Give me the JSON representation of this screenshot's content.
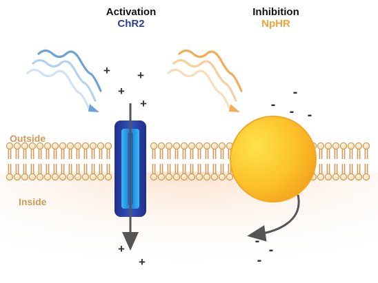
{
  "activation": {
    "title": "Activation",
    "protein": "ChR2"
  },
  "inhibition": {
    "title": "Inhibition",
    "protein": "NpHR"
  },
  "labels": {
    "outside": "Outside",
    "inside": "Inside"
  },
  "ions": {
    "positive": "+",
    "negative": "-"
  },
  "colors": {
    "chr2_title": "#2f3c9e",
    "nphr_title": "#f2a33a",
    "blue_light": "#6ea2d6",
    "orange_light": "#f0ad5a",
    "membrane": "#cf9a58",
    "channel": "#2b3fa0",
    "pump": "#f7b81d",
    "inside_tint": "#fbe9dc"
  }
}
